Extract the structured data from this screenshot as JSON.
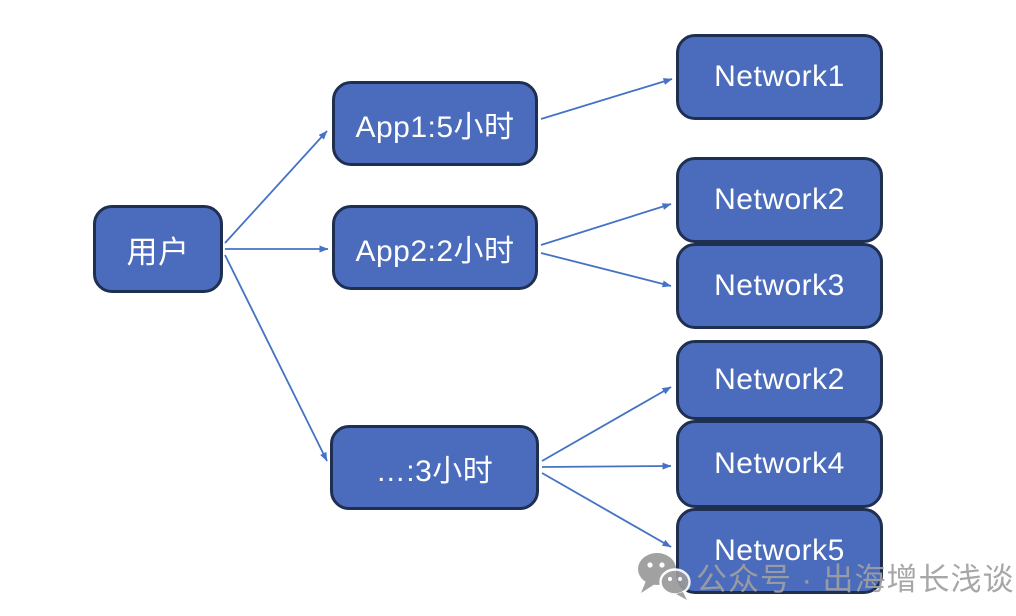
{
  "canvas": {
    "background": "#ffffff"
  },
  "colors": {
    "node_fill": "#4b6cbc",
    "node_border": "#1f2f52",
    "node_text": "#ffffff",
    "arrow": "#4472c4",
    "watermark_gray": "#a0a0a0"
  },
  "nodes": {
    "user": {
      "label": "用户"
    },
    "app1": {
      "label": "App1:5小时"
    },
    "app2": {
      "label": "App2:2小时"
    },
    "app3": {
      "label": "…:3小时"
    },
    "net1": {
      "label": "Network1"
    },
    "net2a": {
      "label": "Network2"
    },
    "net3": {
      "label": "Network3"
    },
    "net2b": {
      "label": "Network2"
    },
    "net4": {
      "label": "Network4"
    },
    "net5": {
      "label": "Network5"
    }
  },
  "edges": [
    {
      "from": "user",
      "to": "app1"
    },
    {
      "from": "user",
      "to": "app2"
    },
    {
      "from": "user",
      "to": "app3"
    },
    {
      "from": "app1",
      "to": "net1"
    },
    {
      "from": "app2",
      "to": "net2a"
    },
    {
      "from": "app2",
      "to": "net3"
    },
    {
      "from": "app3",
      "to": "net2b"
    },
    {
      "from": "app3",
      "to": "net4"
    },
    {
      "from": "app3",
      "to": "net5"
    }
  ],
  "watermark": {
    "icon": "wechat-icon",
    "text": "公众号 · 出海增长浅谈"
  }
}
